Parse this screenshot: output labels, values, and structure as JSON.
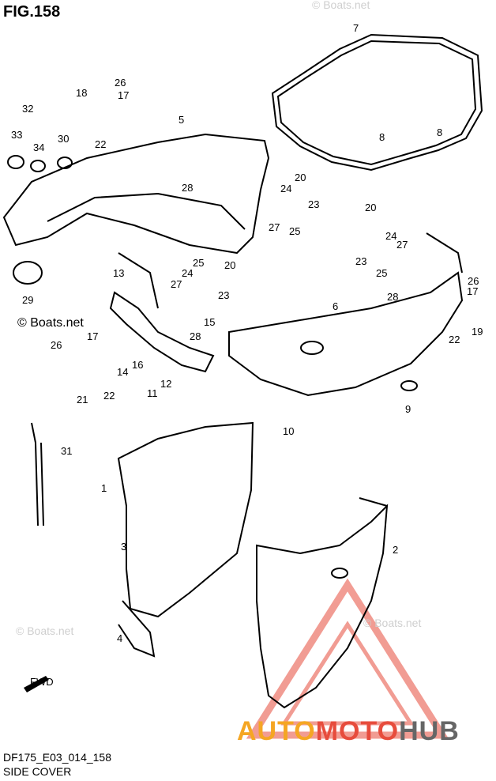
{
  "figure": {
    "title": "FIG.158",
    "code": "DF175_E03_014_158",
    "name": "SIDE COVER"
  },
  "watermarks": {
    "primary": "© Boats.net",
    "faint": [
      "© Boats.net",
      "© Boats.net",
      "© Boats.net"
    ]
  },
  "brand": {
    "part1": "AUTO",
    "part2": "MOTO",
    "part3": "HUB",
    "colors": {
      "auto": "#f5a623",
      "moto": "#e74c3c",
      "hub": "#666666"
    }
  },
  "callouts": [
    "1",
    "2",
    "3",
    "4",
    "5",
    "6",
    "7",
    "8",
    "8",
    "9",
    "10",
    "11",
    "12",
    "13",
    "14",
    "15",
    "16",
    "17",
    "17",
    "17",
    "18",
    "19",
    "20",
    "20",
    "20",
    "21",
    "22",
    "22",
    "22",
    "23",
    "23",
    "23",
    "24",
    "24",
    "24",
    "25",
    "25",
    "25",
    "26",
    "26",
    "26",
    "27",
    "27",
    "27",
    "28",
    "28",
    "28",
    "29",
    "30",
    "31",
    "32",
    "33",
    "34"
  ],
  "badge": "FWD"
}
